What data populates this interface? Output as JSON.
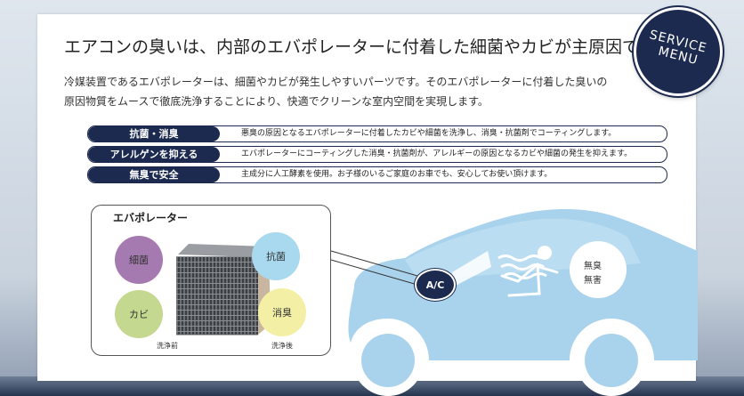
{
  "headline": "エアコンの臭いは、内部のエバポレーターに付着した細菌やカビが主原因です。",
  "lead": [
    "冷媒装置であるエバポレーターは、細菌やカビが発生しやすいパーツです。そのエバポレーターに付着した臭いの",
    "原因物質をムースで徹底洗浄することにより、快適でクリーンな室内空間を実現します。"
  ],
  "badge": {
    "line1": "SERVICE",
    "line2": "MENU"
  },
  "features": [
    {
      "label": "抗菌・消臭",
      "desc": "悪臭の原因となるエバポレーターに付着したカビや細菌を洗浄し、消臭・抗菌剤でコーティングします。"
    },
    {
      "label": "アレルゲンを抑える",
      "desc": "エバポレーターにコーティングした消臭・抗菌剤が、アレルギーの原因となるカビや細菌の発生を抑えます。"
    },
    {
      "label": "無臭で安全",
      "desc": "主成分に人工酵素を使用。お子様のいるご家庭のお車でも、安心してお使い頂けます。"
    }
  ],
  "evaporator": {
    "title": "エバポレーター",
    "circles": {
      "bacteria": "細菌",
      "mold": "カビ",
      "antibacterial": "抗菌",
      "deodorize": "消臭"
    },
    "before": "洗浄前",
    "after": "洗浄後"
  },
  "car": {
    "ac": "A/C",
    "odorless": "無臭",
    "harmless": "無害"
  },
  "colors": {
    "navy": "#1c2a4f",
    "car": "#a9d3ec",
    "bacteria": "#a57ab0",
    "mold": "#c4d88f",
    "antibacterial": "#a9d9ef",
    "deodorize": "#f3f0a6"
  }
}
